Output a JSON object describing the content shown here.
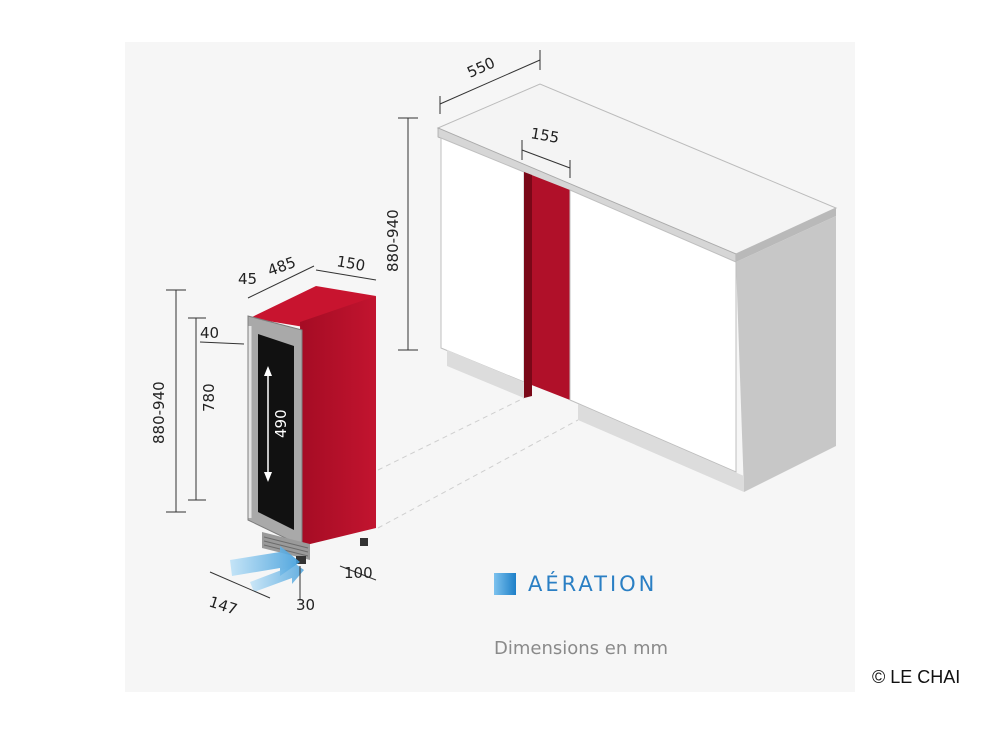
{
  "dimensions": {
    "cabinet_depth": "550",
    "niche_width": "155",
    "cabinet_height": "880-940",
    "unit_height_range": "880-940",
    "unit_height": "780",
    "door_offset": "45",
    "unit_depth": "485",
    "unit_width": "150",
    "handle_gap": "40",
    "glass_height": "490",
    "vent_clearance": "147",
    "foot_offset": "30",
    "rear_gap": "100"
  },
  "legend": {
    "label": "AÉRATION"
  },
  "units_note": "Dimensions en mm",
  "copyright": "© LE CHAI",
  "colors": {
    "unit_red": "#b5112b",
    "cabinet_white": "#ffffff",
    "cabinet_grey": "#c7c7c7",
    "airflow_blue": "#4da6e0"
  }
}
